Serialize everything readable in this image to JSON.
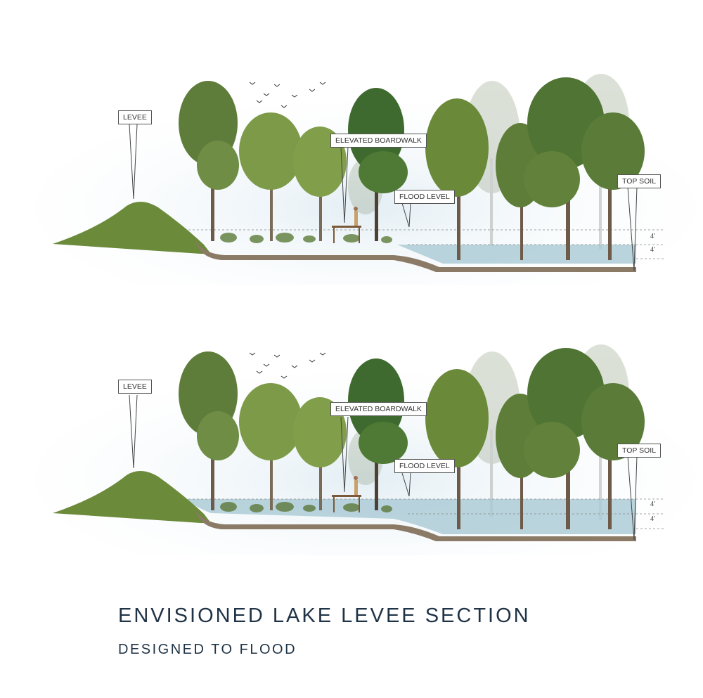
{
  "sections": [
    {
      "labels": {
        "levee": "LEVEE",
        "boardwalk": "ELEVATED BOARDWALK",
        "flood_level": "FLOOD LEVEL",
        "top_soil": "TOP SOIL"
      },
      "dimensions": [
        "4'",
        "4'"
      ],
      "water_state": "low"
    },
    {
      "labels": {
        "levee": "LEVEE",
        "boardwalk": "ELEVATED BOARDWALK",
        "flood_level": "FLOOD LEVEL",
        "top_soil": "TOP SOIL"
      },
      "dimensions": [
        "4'",
        "4'"
      ],
      "water_state": "flooded"
    }
  ],
  "title": "ENVISIONED LAKE LEVEE SECTION",
  "subtitle": "DESIGNED TO FLOOD",
  "colors": {
    "water": "#a9c9d4",
    "soil": "#8b7a66",
    "levee_grass": "#6b8a3a",
    "tree_foliage": "#5f7d3a",
    "text": "#1f3346"
  }
}
